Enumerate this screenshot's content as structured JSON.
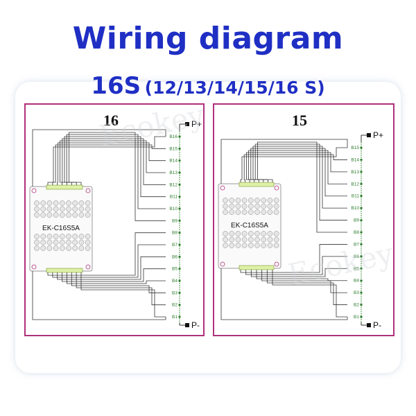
{
  "title": "Wiring diagram",
  "subtitle": {
    "main": "16S",
    "variants": "(12/13/14/15/16 S)"
  },
  "colors": {
    "title": "#1f2fc4",
    "panel_border": "#b0307a",
    "wire": "#333333",
    "pin": "#2a7a2a",
    "card_shadow": "#a0b4d8"
  },
  "diagrams": [
    {
      "label": "16",
      "board": "EK-C16S5A",
      "cells": [
        "B16",
        "B15",
        "B14",
        "B13",
        "B12",
        "B11",
        "B10",
        "B9",
        "B8",
        "B7",
        "B6",
        "B5",
        "B4",
        "B3",
        "B2",
        "B1"
      ],
      "plus": "P+",
      "minus": "P-"
    },
    {
      "label": "15",
      "board": "EK-C16S5A",
      "cells": [
        "B15",
        "B14",
        "B13",
        "B12",
        "B11",
        "B10",
        "B9",
        "B8",
        "B7",
        "B6",
        "B5",
        "B4",
        "B3",
        "B2",
        "B1"
      ],
      "plus": "P+",
      "minus": "P-"
    }
  ],
  "watermark": "Ecokey"
}
